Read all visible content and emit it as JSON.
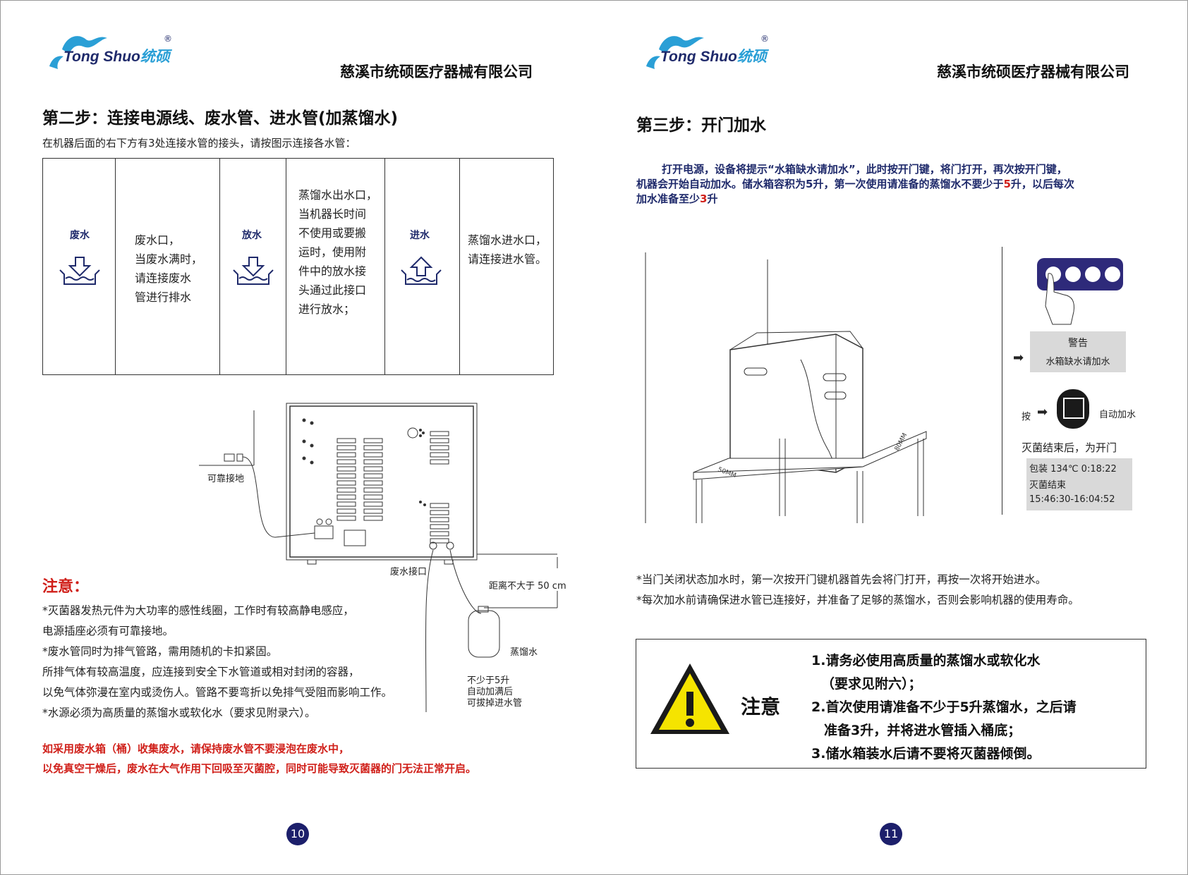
{
  "left_page": {
    "logo": {
      "text": "Tong Shuo",
      "text_cn": "统硕",
      "reg": "®"
    },
    "company": "慈溪市统硕医疗器械有限公司",
    "title": "第二步：连接电源线、废水管、进水管(加蒸馏水)",
    "intro": "在机器后面的右下方有3处连接水管的接头，请按图示连接各水管：",
    "table": [
      {
        "icon_label": "废水",
        "icon": "waste-water-icon",
        "text_lines": [
          "废水口，",
          "当废水满时，",
          "请连接废水",
          "管进行排水"
        ]
      },
      {
        "icon_label": "放水",
        "icon": "drain-water-icon",
        "text_lines": [
          "蒸馏水出水口，",
          "当机器长时间",
          "不使用或要搬",
          "运时，使用附",
          "件中的放水接",
          "头通过此接口",
          "进行放水；"
        ]
      },
      {
        "icon_label": "进水",
        "icon": "inlet-water-icon",
        "text_lines": [
          "蒸馏水进水口，",
          "请连接进水管。"
        ]
      }
    ],
    "diagram": {
      "ground_label": "可靠接地",
      "waste_port_label": "废水接口",
      "distance_label": "距离不大于 50 cm",
      "bottle_label": "蒸馏水",
      "bottle_note": [
        "不少于5升",
        "自动加满后",
        "可拔掉进水管"
      ]
    },
    "note_title": "注意：",
    "notes": [
      "*灭菌器发热元件为大功率的感性线圈，工作时有较高静电感应，",
      "电源插座必须有可靠接地。",
      "*废水管同时为排气管路，需用随机的卡扣紧固。",
      "所排气体有较高温度，应连接到安全下水管道或相对封闭的容器，",
      "以免气体弥漫在室内或烫伤人。管路不要弯折以免排气受阻而影响工作。",
      "*水源必须为高质量的蒸馏水或软化水（要求见附录六）。"
    ],
    "red_notes": [
      "如采用废水箱（桶）收集废水，请保持废水管不要浸泡在废水中，",
      "以免真空干燥后，废水在大气作用下回吸至灭菌腔，同时可能导致灭菌器的门无法正常开启。"
    ],
    "page_number": "10"
  },
  "right_page": {
    "logo": {
      "text": "Tong Shuo",
      "text_cn": "统硕",
      "reg": "®"
    },
    "company": "慈溪市统硕医疗器械有限公司",
    "title": "第三步：开门加水",
    "para": {
      "line1": "打开电源，设备将提示“水箱缺水请加水”，此时按开门键，将门打开，再次按开门键，",
      "line2a": "机器会开始自动加水。储水箱容积为5升，第一次使用请准备的蒸馏水不要少于",
      "line2_red": "5",
      "line2b": "升，以后每次",
      "line3a": "加水准备至少",
      "line3_red": "3",
      "line3b": "升"
    },
    "diagram": {
      "dim_left": "50MM",
      "dim_right": "80MM",
      "warning_title": "警告",
      "warning_text": "水箱缺水请加水",
      "press_label": "按",
      "auto_fill_label": "自动加水",
      "after_label": "灭菌结束后，为开门",
      "status_line1": "包装 134℃  0:18:22",
      "status_line2": "灭菌结束",
      "status_line3": "15:46:30-16:04:52"
    },
    "notes": [
      "*当门关闭状态加水时，第一次按开门键机器首先会将门打开，再按一次将开始进水。",
      "*每次加水前请确保进水管已连接好，并准备了足够的蒸馏水，否则会影响机器的使用寿命。"
    ],
    "warning_box": {
      "label": "注意",
      "lines": [
        "1.请务必使用高质量的蒸馏水或软化水",
        "（要求见附六）；",
        "2.首次使用请准备不少于5升蒸馏水，之后请",
        "准备3升，并将进水管插入桶底；",
        "3.储水箱装水后请不要将灭菌器倾倒。"
      ]
    },
    "page_number": "11"
  },
  "colors": {
    "brand_navy": "#1f2a6b",
    "accent_red": "#d0201a",
    "warning_yellow": "#f5e400",
    "logo_blue": "#2a9fd6"
  }
}
